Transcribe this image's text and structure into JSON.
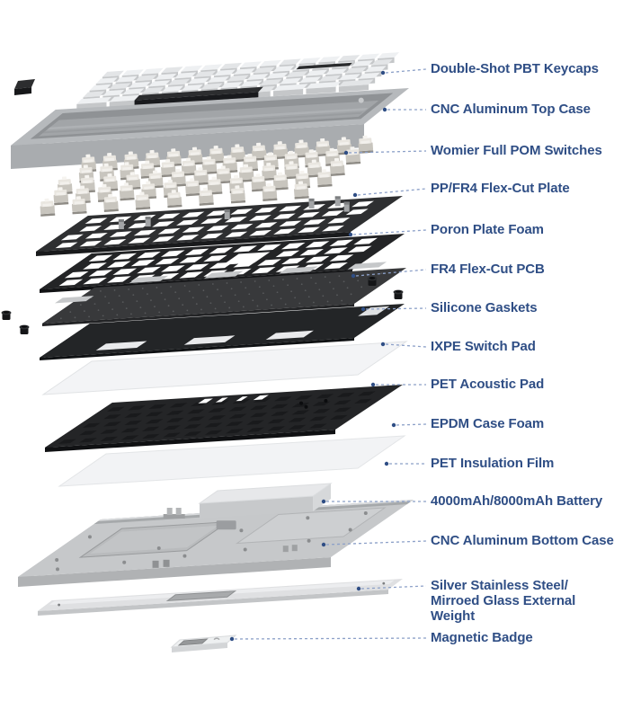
{
  "diagram": {
    "labels": [
      "Double-Shot PBT Keycaps",
      "CNC Aluminum Top Case",
      "Womier Full POM Switches",
      "PP/FR4 Flex-Cut Plate",
      "Poron Plate Foam",
      "FR4 Flex-Cut PCB",
      "Silicone Gaskets",
      "IXPE Switch Pad",
      "PET Acoustic Pad",
      "EPDM Case Foam",
      "PET Insulation Film",
      "4000mAh/8000mAh Battery",
      "CNC Aluminum Bottom Case",
      "Silver Stainless Steel/\nMirroed Glass External Weight",
      "Magnetic Badge"
    ],
    "colors": {
      "background": "#ffffff",
      "label_text": "#2f4e85",
      "leader_line": "#8ca0c8",
      "leader_dot": "#2f4e85"
    }
  }
}
